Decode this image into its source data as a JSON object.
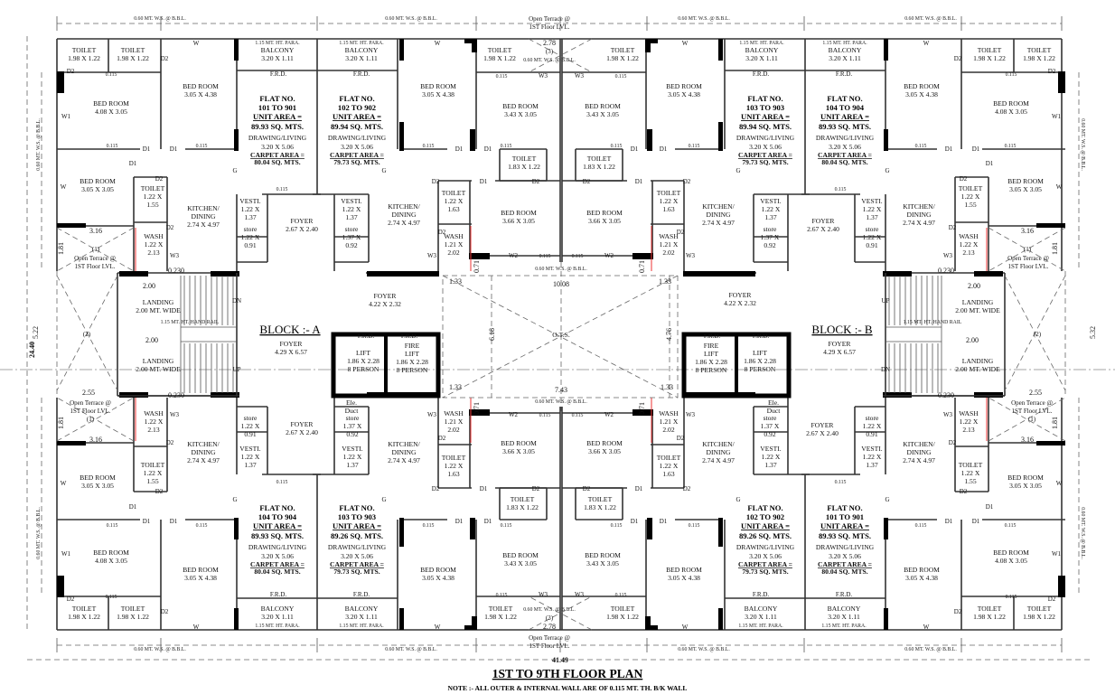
{
  "title": "1ST TO 9TH FLOOR PLAN",
  "note": "NOTE :- ALL OUTER & INTERNAL WALL ARE OF 0.115 MT. TH. B/K WALL",
  "blocks": [
    "BLOCK :- A",
    "BLOCK :- B"
  ],
  "flat_labels": {
    "flat_no": "FLAT NO.",
    "unit_area": "UNIT AREA =",
    "room": "DRAWING/LIVING",
    "room_size": "3.20 X 5.06",
    "carpet_area": "CARPET AREA ="
  },
  "flats": [
    {
      "range": "101 TO 901",
      "unit_area": "89.93 SQ. MTS.",
      "carpet_area": "80.04 SQ. MTS."
    },
    {
      "range": "102 TO 902",
      "unit_area": "89.94 SQ. MTS.",
      "carpet_area": "79.73 SQ. MTS."
    },
    {
      "range": "103 TO 903",
      "unit_area": "89.94 SQ. MTS.",
      "carpet_area": "79.73 SQ. MTS."
    },
    {
      "range": "104 TO 904",
      "unit_area": "89.93 SQ. MTS.",
      "carpet_area": "80.04 SQ. MTS."
    },
    {
      "range": "104 TO 904",
      "unit_area": "89.93 SQ. MTS.",
      "carpet_area": "80.04 SQ. MTS."
    },
    {
      "range": "103 TO 903",
      "unit_area": "89.26 SQ. MTS.",
      "carpet_area": "79.73 SQ. MTS."
    },
    {
      "range": "102 TO 902",
      "unit_area": "89.26 SQ. MTS.",
      "carpet_area": "79.73 SQ. MTS."
    },
    {
      "range": "101 TO 901",
      "unit_area": "89.93 SQ. MTS.",
      "carpet_area": "80.04 SQ. MTS."
    }
  ],
  "rooms": [
    [
      "TOILET",
      "1.98 X 1.22"
    ],
    [
      "TOILET",
      "1.98 X 1.22"
    ],
    [
      "BALCONY",
      "3.20 X 1.11"
    ],
    [
      "BALCONY",
      "3.20 X 1.11"
    ],
    [
      "BED ROOM",
      "3.05 X 4.38"
    ],
    [
      "BED ROOM",
      "3.05 X 4.38"
    ],
    [
      "BED ROOM",
      "4.08 X 3.05"
    ],
    [
      "TOILET",
      "1.98 X 1.22"
    ],
    [
      "BED ROOM",
      "3.43 X 3.05"
    ],
    [
      "TOILET",
      "1.83 X 1.22"
    ],
    [
      "BED ROOM",
      "3.66 X 3.05"
    ],
    [
      "BED ROOM",
      "3.05 X 3.05"
    ],
    [
      "TOILET",
      "1.22 X",
      "1.55"
    ],
    [
      "KITCHEN/",
      "DINING",
      "2.74 X 4.97"
    ],
    [
      "VESTI.",
      "1.22 X",
      "1.37"
    ],
    [
      "store",
      "1.22 X",
      "0.91"
    ],
    [
      "FOYER",
      "2.67 X 2.40"
    ],
    [
      "VESTI.",
      "1.22 X",
      "1.37"
    ],
    [
      "store",
      "1.37 X",
      "0.92"
    ],
    [
      "KITCHEN/",
      "DINING",
      "2.74 X 4.97"
    ],
    [
      "TOILET",
      "1.22 X",
      "1.63"
    ],
    [
      "WASH",
      "1.22 X",
      "2.13"
    ],
    [
      "WASH",
      "1.21 X",
      "2.02"
    ],
    [
      "TOILET",
      "1.98 X 1.22"
    ],
    [
      "BED ROOM",
      "3.43 X 3.05"
    ],
    [
      "TOILET",
      "1.83 X 1.22"
    ],
    [
      "BED ROOM",
      "3.66 X 3.05"
    ],
    [
      "TOILET",
      "1.22 X",
      "1.63"
    ],
    [
      "WASH",
      "1.21 X",
      "2.02"
    ],
    [
      "BED ROOM",
      "3.05 X 4.38"
    ],
    [
      "BALCONY",
      "3.20 X 1.11"
    ],
    [
      "BALCONY",
      "3.20 X 1.11"
    ],
    [
      "BED ROOM",
      "3.05 X 4.38"
    ],
    [
      "TOILET",
      "1.98 X 1.22"
    ],
    [
      "TOILET",
      "1.98 X 1.22"
    ],
    [
      "BED ROOM",
      "4.08 X 3.05"
    ],
    [
      "KITCHEN/",
      "DINING",
      "2.74 X 4.97"
    ],
    [
      "VESTI.",
      "1.22 X",
      "1.37"
    ],
    [
      "store",
      "1.37 X",
      "0.92"
    ],
    [
      "FOYER",
      "2.67 X 2.40"
    ],
    [
      "VESTI.",
      "1.22 X",
      "1.37"
    ],
    [
      "store",
      "1.22 X",
      "0.91"
    ],
    [
      "KITCHEN/",
      "DINING",
      "2.74 X 4.97"
    ],
    [
      "TOILET",
      "1.22 X",
      "1.55"
    ],
    [
      "WASH",
      "1.22 X",
      "2.13"
    ],
    [
      "BED ROOM",
      "3.05 X 3.05"
    ],
    [
      "FOYER",
      "4.22 X 2.32"
    ],
    [
      "FOYER",
      "4.22 X 2.32"
    ],
    [
      "FOYER",
      "4.29 X 6.57"
    ],
    [
      "FOYER",
      "4.29 X 6.57"
    ],
    [
      "LIFT",
      "1.86 X 2.28",
      "8 PERSON"
    ],
    [
      "FIRE",
      "LIFT",
      "1.86 X 2.28",
      "8 PERSON"
    ],
    [
      "FIRE",
      "LIFT",
      "1.86 X 2.28",
      "8 PERSON"
    ],
    [
      "LIFT",
      "1.86 X 2.28",
      "8 PERSON"
    ],
    [
      "LANDING",
      "2.00 MT. WIDE"
    ],
    [
      "LANDING",
      "2.00 MT. WIDE"
    ],
    [
      "LANDING",
      "2.00 MT. WIDE"
    ],
    [
      "LANDING",
      "2.00 MT. WIDE"
    ],
    [
      "O.T.S."
    ],
    [
      "Ele.",
      "Duct"
    ],
    [
      "Ele.",
      "Duct"
    ],
    [
      "WASH",
      "1.22 X",
      "2.13"
    ],
    [
      "store",
      "1.22 X",
      "0.91"
    ],
    [
      "FOYER",
      "2.67 X 2.40"
    ],
    [
      "store",
      "1.37 X",
      "0.92"
    ],
    [
      "WASH",
      "1.21 X",
      "2.02"
    ],
    [
      "KITCHEN/",
      "DINING",
      "2.74 X 4.97"
    ],
    [
      "VESTI.",
      "1.22 X",
      "1.37"
    ],
    [
      "VESTI.",
      "1.22 X",
      "1.37"
    ],
    [
      "KITCHEN/",
      "DINING",
      "2.74 X 4.97"
    ],
    [
      "BED ROOM",
      "3.05 X 3.05"
    ],
    [
      "TOILET",
      "1.22 X",
      "1.55"
    ],
    [
      "TOILET",
      "1.22 X",
      "1.63"
    ],
    [
      "BED ROOM",
      "3.66 X 3.05"
    ],
    [
      "TOILET",
      "1.83 X 1.22"
    ],
    [
      "BED ROOM",
      "4.08 X 3.05"
    ],
    [
      "BED ROOM",
      "3.05 X 4.38"
    ],
    [
      "BED ROOM",
      "3.05 X 4.38"
    ],
    [
      "BED ROOM",
      "3.43 X 3.05"
    ],
    [
      "BALCONY",
      "3.20 X 1.11"
    ],
    [
      "BALCONY",
      "3.20 X 1.11"
    ],
    [
      "TOILET",
      "1.98 X 1.22"
    ],
    [
      "TOILET",
      "1.98 X 1.22"
    ],
    [
      "TOILET",
      "1.98 X 1.22"
    ],
    [
      "WASH",
      "1.21 X",
      "2.02"
    ],
    [
      "store",
      "1.37 X",
      "0.92"
    ],
    [
      "FOYER",
      "2.67 X 2.40"
    ],
    [
      "store",
      "1.22 X",
      "0.91"
    ],
    [
      "KITCHEN/",
      "DINING",
      "2.74 X 4.97"
    ],
    [
      "VESTI.",
      "1.22 X",
      "1.37"
    ],
    [
      "VESTI.",
      "1.22 X",
      "1.37"
    ],
    [
      "KITCHEN/",
      "DINING",
      "2.74 X 4.97"
    ],
    [
      "WASH",
      "1.22 X",
      "2.13"
    ],
    [
      "BED ROOM",
      "3.66 X 3.05"
    ],
    [
      "TOILET",
      "1.22 X",
      "1.63"
    ],
    [
      "TOILET",
      "1.22 X",
      "1.55"
    ],
    [
      "BED ROOM",
      "3.05 X 3.05"
    ],
    [
      "TOILET",
      "1.83 X 1.22"
    ],
    [
      "BED ROOM",
      "3.43 X 3.05"
    ],
    [
      "BED ROOM",
      "3.05 X 4.38"
    ],
    [
      "BED ROOM",
      "3.05 X 4.38"
    ],
    [
      "BED ROOM",
      "4.08 X 3.05"
    ],
    [
      "BALCONY",
      "3.20 X 1.11"
    ],
    [
      "BALCONY",
      "3.20 X 1.11"
    ],
    [
      "TOILET",
      "1.98 X 1.22"
    ],
    [
      "TOILET",
      "1.98 X 1.22"
    ],
    [
      "TOILET",
      "1.98 X 1.22"
    ]
  ],
  "annotations": [
    "0.60 MT. W.S. @ B.B.L.",
    "0.60 MT. W.S. @ B.B.L.",
    "0.60 MT. W.S. @ B.B.L.",
    "0.60 MT. W.S. @ B.B.L.",
    "0.60 MT. W.S. @ B.B.L.",
    "0.60 MT. W.S. @ B.B.L.",
    "0.60 MT. W.S. @ B.B.L.",
    "0.60 MT. W.S. @ B.B.L.",
    "0.60 MT. W.S. @ B.B.L.",
    "0.60 MT. W.S. @ B.B.L.",
    "0.60 MT. W.S. @ B.B.L.",
    "0.60 MT. W.S. @ B.B.L.",
    "0.60 MT. W.S. @ B.B.L.",
    "0.60 MT. W.S. @ B.B.L.",
    "Open Terrace @",
    "1ST Floor LVL.",
    "(3)",
    "0.60 MT. W.S. @ B.B.L.",
    "0.60 MT. W.S. @ B.B.L.",
    "(3)",
    "Open Terrace @",
    "1ST Floor LVL.",
    "(1)",
    "Open Terrace @",
    "1ST Floor LVL.",
    "(1)",
    "Open Terrace @",
    "1ST Floor LVL.",
    "Open Terrace @",
    "1ST Floor LVL.",
    "(1)",
    "Open Terrace @",
    "1ST Floor LVL.",
    "(1)",
    "(2)",
    "(2)",
    "F.R.D.",
    "F.R.D.",
    "F.R.D.",
    "F.R.D.",
    "F.R.D.",
    "F.R.D.",
    "F.R.D.",
    "F.R.D.",
    "F.R.D.",
    "F.R.D.",
    "F.R.D.",
    "F.R.D.",
    "1.15 MT. HT. PARA.",
    "1.15 MT. HT. PARA.",
    "1.15 MT. HT. PARA.",
    "1.15 MT. HT. PARA.",
    "1.15 MT. HT. PARA.",
    "1.15 MT. HT. PARA.",
    "1.15 MT. HT. PARA.",
    "1.15 MT. HT. PARA.",
    "1.15 MT. HT. HAND RAIL",
    "1.15 MT. HT. HAND RAIL",
    "DN",
    "UP",
    "UP",
    "DN"
  ],
  "dimensions": [
    "2.78",
    "2.78",
    "3.16",
    "3.16",
    "3.16",
    "3.16",
    "2.55",
    "2.55",
    "24.40",
    "5.22",
    "5.32",
    "41.49",
    "10.08",
    "7.43",
    "6.18",
    "4.76",
    "1.33",
    "1.33",
    "1.33",
    "1.33",
    "2.00",
    "2.00",
    "2.00",
    "2.00",
    "1.81",
    "1.81",
    "1.81",
    "1.81",
    "0.230",
    "0.230",
    "0.230",
    "0.230",
    "0.71",
    "0.71",
    "0.71",
    "0.71"
  ],
  "door_window_tags": [
    "W",
    "W1",
    "W",
    "D1",
    "D1",
    "D1",
    "G",
    "D2",
    "D2",
    "D2",
    "D2",
    "W3",
    "W",
    "D1",
    "D1",
    "G",
    "D2",
    "D2",
    "W3",
    "W2",
    "W3",
    "D1",
    "D2",
    "0.115",
    "0.115",
    "0.115",
    "0.115",
    "0.115",
    "0.115",
    "0.115",
    "0.115"
  ]
}
